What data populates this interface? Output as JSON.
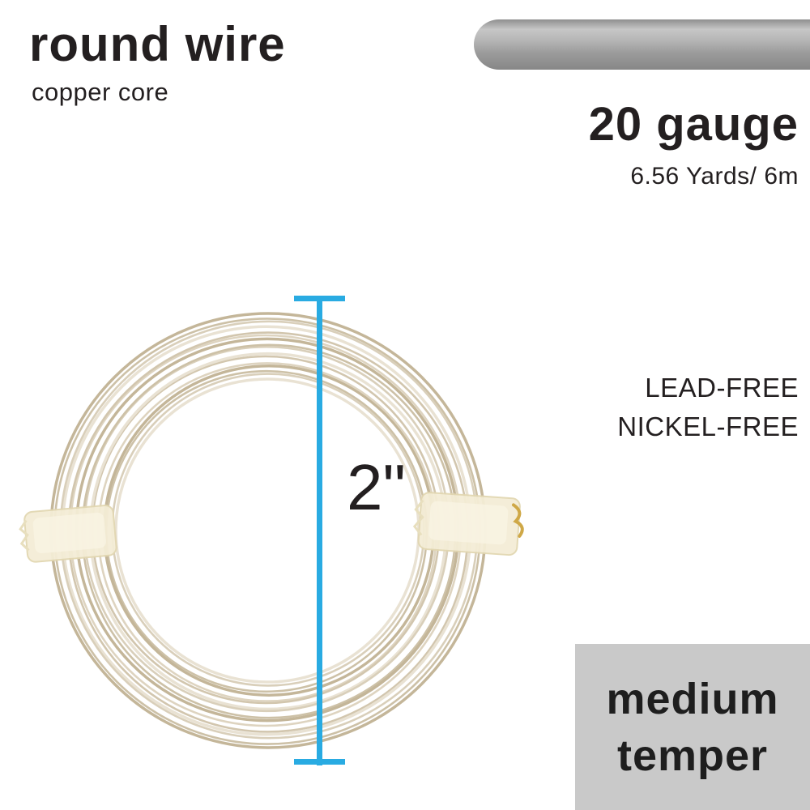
{
  "product": {
    "title": "round wire",
    "subtitle": "copper core"
  },
  "specs": {
    "gauge": "20 gauge",
    "length": "6.56 Yards/ 6m"
  },
  "features": {
    "lead_free": "LEAD-FREE",
    "nickel_free": "NICKEL-FREE"
  },
  "measurement": {
    "diameter_label": "2\""
  },
  "temper": {
    "line1": "medium",
    "line2": "temper"
  },
  "icons": {
    "wire_rod": "wire-rod-graphic",
    "coil": "wire-coil-photo"
  },
  "colors": {
    "accent_blue": "#29abe2",
    "text_dark": "#231f20",
    "rod_gray": "#a2a2a2",
    "temper_box_bg": "#c9c9c9",
    "coil_wire": "#d6cab4",
    "tape_cream": "#f5eeda"
  }
}
